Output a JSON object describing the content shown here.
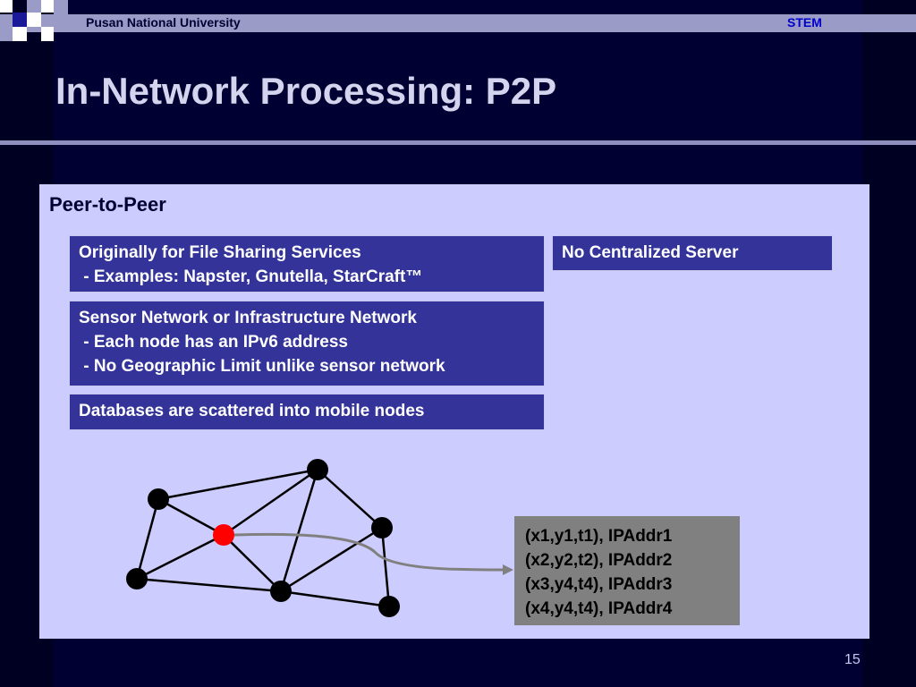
{
  "header": {
    "institution": "Pusan National University",
    "lab": "STEM"
  },
  "slide": {
    "title": "In-Network Processing: P2P",
    "section_heading": "Peer-to-Peer",
    "box_file_sharing": [
      "Originally for File Sharing Services",
      " - Examples: Napster, Gnutella, StarCraft™"
    ],
    "box_no_server": "No Centralized Server",
    "box_sensor_network": [
      "Sensor Network or Infrastructure Network",
      " - Each node has an IPv6 address",
      " - No Geographic Limit unlike sensor network"
    ],
    "box_databases": "Databases are scattered into mobile nodes",
    "address_table": [
      "(x1,y1,t1), IPAddr1",
      "(x2,y2,t2), IPAddr2",
      "(x3,y4,t4), IPAddr3",
      "(x4,y4,t4), IPAddr4"
    ],
    "page_number": "15"
  },
  "colors": {
    "background": "#000033",
    "panel": "#ccccff",
    "box_fill": "#333399",
    "title_text": "#d4d4ee",
    "highlighted_node": "#ff0000",
    "node": "#000000",
    "table_fill": "#808080"
  }
}
